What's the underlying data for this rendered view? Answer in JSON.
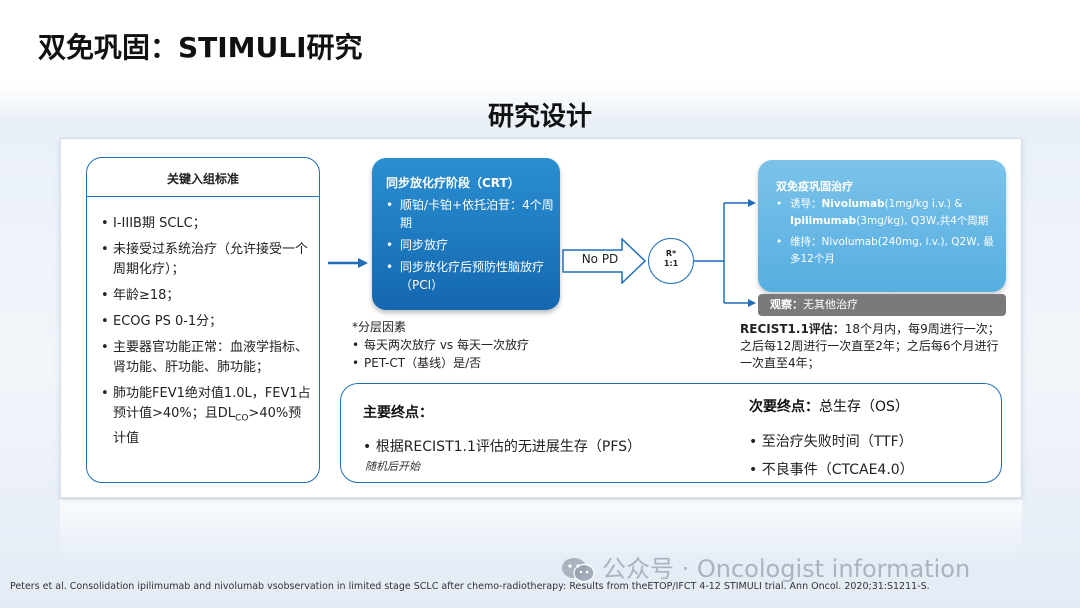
{
  "slide_title": "双免巩固：STIMULI研究",
  "section_title": "研究设计",
  "criteria": {
    "title": "关键入组标准",
    "items": [
      "I-IIIB期 SCLC；",
      "未接受过系统治疗（允许接受一个周期化疗）；",
      "年龄≥18；",
      "ECOG PS 0-1分；",
      "主要器官功能正常：血液学指标、肾功能、肝功能、肺功能；"
    ],
    "lung_item": {
      "part1": "肺功能FEV1绝对值1.0L，FEV1占预计值>40%；且DL",
      "sub": "CO",
      "part2": ">40%预计值"
    }
  },
  "crt": {
    "title": "同步放化疗阶段（CRT）",
    "items": [
      "顺铂/卡铂+依托泊苷：4个周期",
      "同步放疗",
      "同步放化疗后预防性脑放疗（PCI）"
    ]
  },
  "stratification": {
    "title": "*分层因素",
    "items": [
      "每天两次放疗 vs 每天一次放疗",
      "PET-CT（基线）是/否"
    ]
  },
  "no_pd_label": "No PD",
  "randomization": {
    "line1": "R*",
    "line2": "1:1"
  },
  "consolidation": {
    "title": "双免疫巩固治疗",
    "induction_prefix": "诱导：",
    "induction_drug1": "Nivolumab",
    "induction_dose1": "(1mg/kg i.v.) &",
    "induction_drug2": "Ipilimumab",
    "induction_dose2": "(3mg/kg), Q3W,共4个周期",
    "maintenance": "维持：Nivolumab(240mg, i.v.), Q2W, 最多12个月"
  },
  "observation": {
    "label": "观察：",
    "text": "无其他治疗"
  },
  "recist": {
    "label": "RECIST1.1评估：",
    "text": "18个月内，每9周进行一次；之后每12周进行一次直至2年；之后每6个月进行一次直至4年；"
  },
  "endpoints": {
    "primary_title": "主要终点：",
    "primary_item": "•  根据RECIST1.1评估的无进展生存（PFS）",
    "primary_note": "随机后开始",
    "secondary_label": "次要终点：",
    "secondary_first": "总生存（OS）",
    "secondary_items": [
      "•  至治疗失败时间（TTF）",
      "•  不良事件（CTCAE4.0）"
    ]
  },
  "watermark": "公众号 · Oncologist information",
  "citation": "Peters et al. Consolidation ipilimumab and nivolumab vsobservation in limited stage SCLC after chemo-radiotherapy: Results from theETOP/IFCT 4-12 STIMULI trial. Ann Oncol. 2020;31:S1211-S.",
  "colors": {
    "primary_blue": "#1f6fb8",
    "crt_blue": "#1467b0",
    "consolidation_blue": "#56aee0",
    "observation_gray": "#7a7a7a"
  }
}
